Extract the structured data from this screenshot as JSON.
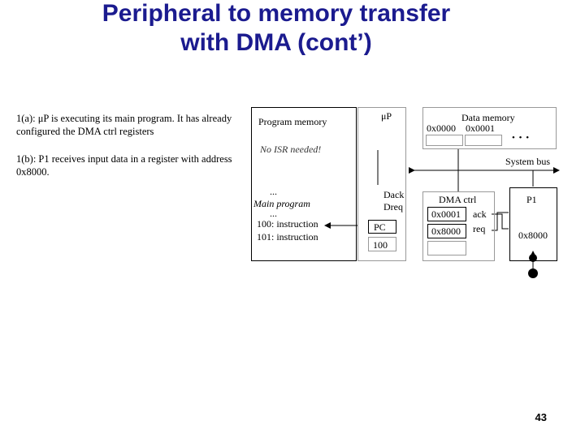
{
  "title": {
    "line1": "Peripheral to memory transfer",
    "line2": "with DMA (cont’)"
  },
  "notes": {
    "a": "1(a): μP is executing its main program. It has already configured the DMA ctrl registers",
    "b": "1(b): P1 receives input data in a register with address 0x8000."
  },
  "program_memory": {
    "label": "Program memory",
    "isr_note": "No ISR needed!",
    "dots1": "...",
    "main_program": "Main program",
    "dots2": "...",
    "line1": "100:  instruction",
    "line2": "101:  instruction"
  },
  "up": {
    "label": "μP",
    "dack": "Dack",
    "dreq": "Dreq",
    "pc_label": "PC",
    "pc_value": "100"
  },
  "data_memory": {
    "label": "Data memory",
    "addr1": "0x0000",
    "addr2": "0x0001",
    "ellipsis": "• • •"
  },
  "system_bus": "System bus",
  "dma": {
    "label": "DMA ctrl",
    "reg1": "0x0001",
    "reg2": "0x8000",
    "ack": "ack",
    "req": "req"
  },
  "p1": {
    "label": "P1",
    "reg": "0x8000"
  },
  "page_number": "43"
}
